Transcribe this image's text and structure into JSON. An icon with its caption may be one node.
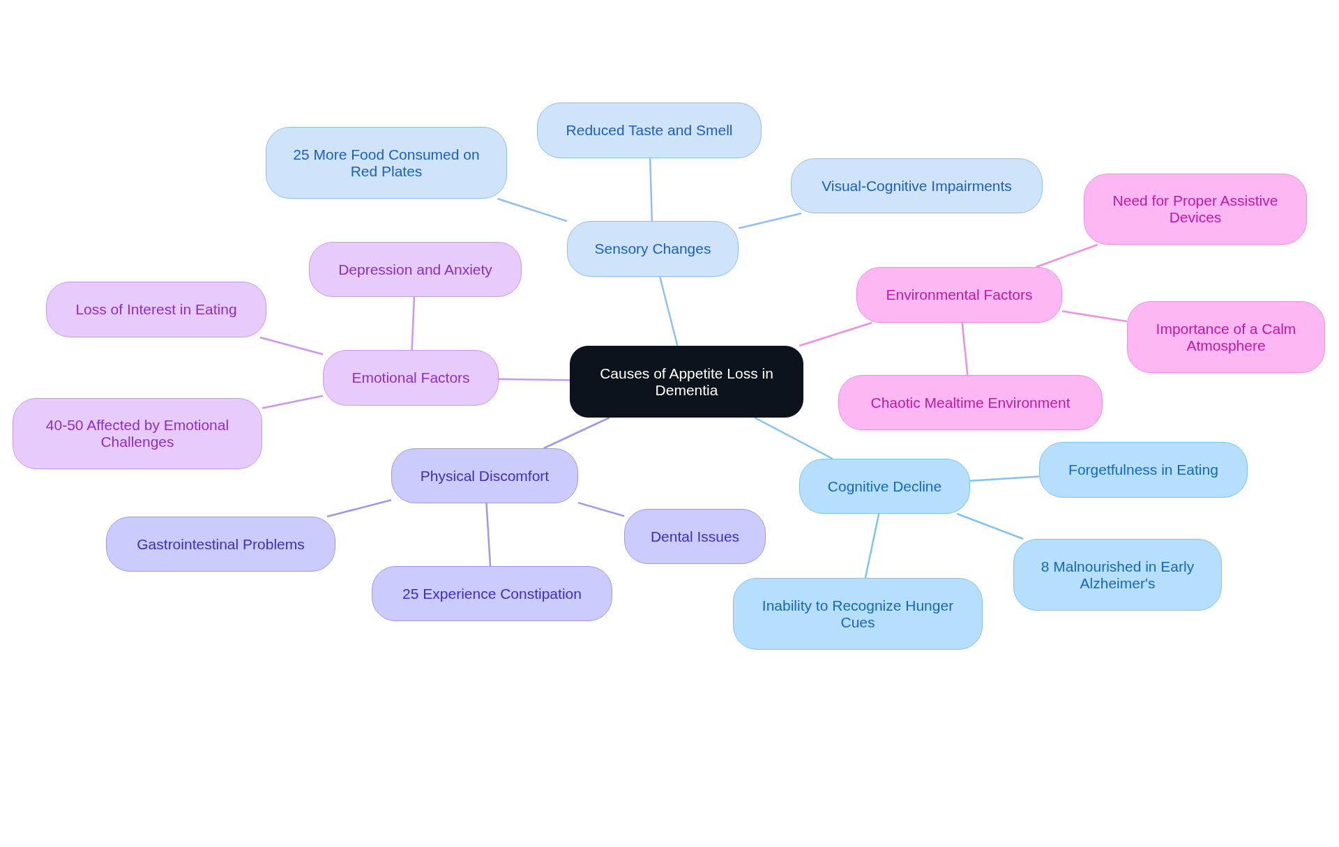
{
  "diagram": {
    "nodes": [
      {
        "text": [
          "Causes of Appetite Loss in Dementia"
        ]
      },
      {
        "text": [
          "Sensory Changes"
        ]
      },
      {
        "text": [
          "Reduced Taste and Smell"
        ]
      },
      {
        "text": [
          "25 More Food Consumed on Red Plates"
        ]
      },
      {
        "text": [
          "Visual-Cognitive Impairments"
        ]
      },
      {
        "text": [
          "Environmental Factors"
        ]
      },
      {
        "text": [
          "Need for Proper Assistive Devices"
        ]
      },
      {
        "text": [
          "Importance of a Calm Atmosphere"
        ]
      },
      {
        "text": [
          "Chaotic Mealtime Environment"
        ]
      },
      {
        "text": [
          "Cognitive Decline"
        ]
      },
      {
        "text": [
          "Forgetfulness in Eating"
        ]
      },
      {
        "text": [
          "8 Malnourished in Early Alzheimer's"
        ]
      },
      {
        "text": [
          "Inability to Recognize Hunger Cues"
        ]
      },
      {
        "text": [
          "Physical Discomfort"
        ]
      },
      {
        "text": [
          "Gastrointestinal Problems"
        ]
      },
      {
        "text": [
          "25 Experience Constipation"
        ]
      },
      {
        "text": [
          "Dental Issues"
        ]
      },
      {
        "text": [
          "Emotional Factors"
        ]
      },
      {
        "text": [
          "Depression and Anxiety"
        ]
      },
      {
        "text": [
          "Loss of Interest in Eating"
        ]
      },
      {
        "text": [
          "40-50 Affected by Emotional Challenges"
        ]
      }
    ],
    "edges": [
      {
        "from": 0,
        "to": 1,
        "arrow": "none",
        "color": "#90bff0"
      },
      {
        "from": 1,
        "to": 2,
        "arrow": "none",
        "color": "#90bff0"
      },
      {
        "from": 1,
        "to": 3,
        "arrow": "none",
        "color": "#90bff0"
      },
      {
        "from": 1,
        "to": 4,
        "arrow": "none",
        "color": "#90bff0"
      },
      {
        "from": 0,
        "to": 5,
        "arrow": "none",
        "color": "#f08ee0"
      },
      {
        "from": 5,
        "to": 6,
        "arrow": "none",
        "color": "#f08ee0"
      },
      {
        "from": 5,
        "to": 7,
        "arrow": "none",
        "color": "#f08ee0"
      },
      {
        "from": 5,
        "to": 8,
        "arrow": "none",
        "color": "#f08ee0"
      },
      {
        "from": 0,
        "to": 9,
        "arrow": "none",
        "color": "#7ec3f3"
      },
      {
        "from": 9,
        "to": 10,
        "arrow": "none",
        "color": "#7ec3f3"
      },
      {
        "from": 9,
        "to": 11,
        "arrow": "none",
        "color": "#7ec3f3"
      },
      {
        "from": 9,
        "to": 12,
        "arrow": "none",
        "color": "#7ec3f3"
      },
      {
        "from": 0,
        "to": 13,
        "arrow": "none",
        "color": "#9d98ee"
      },
      {
        "from": 13,
        "to": 14,
        "arrow": "none",
        "color": "#9d98ee"
      },
      {
        "from": 13,
        "to": 15,
        "arrow": "none",
        "color": "#9d98ee"
      },
      {
        "from": 13,
        "to": 16,
        "arrow": "none",
        "color": "#9d98ee"
      },
      {
        "from": 0,
        "to": 17,
        "arrow": "none",
        "color": "#cc96ee"
      },
      {
        "from": 17,
        "to": 18,
        "arrow": "none",
        "color": "#cc96ee"
      },
      {
        "from": 17,
        "to": 19,
        "arrow": "none",
        "color": "#cc96ee"
      },
      {
        "from": 17,
        "to": 20,
        "arrow": "none",
        "color": "#cc96ee"
      }
    ]
  }
}
